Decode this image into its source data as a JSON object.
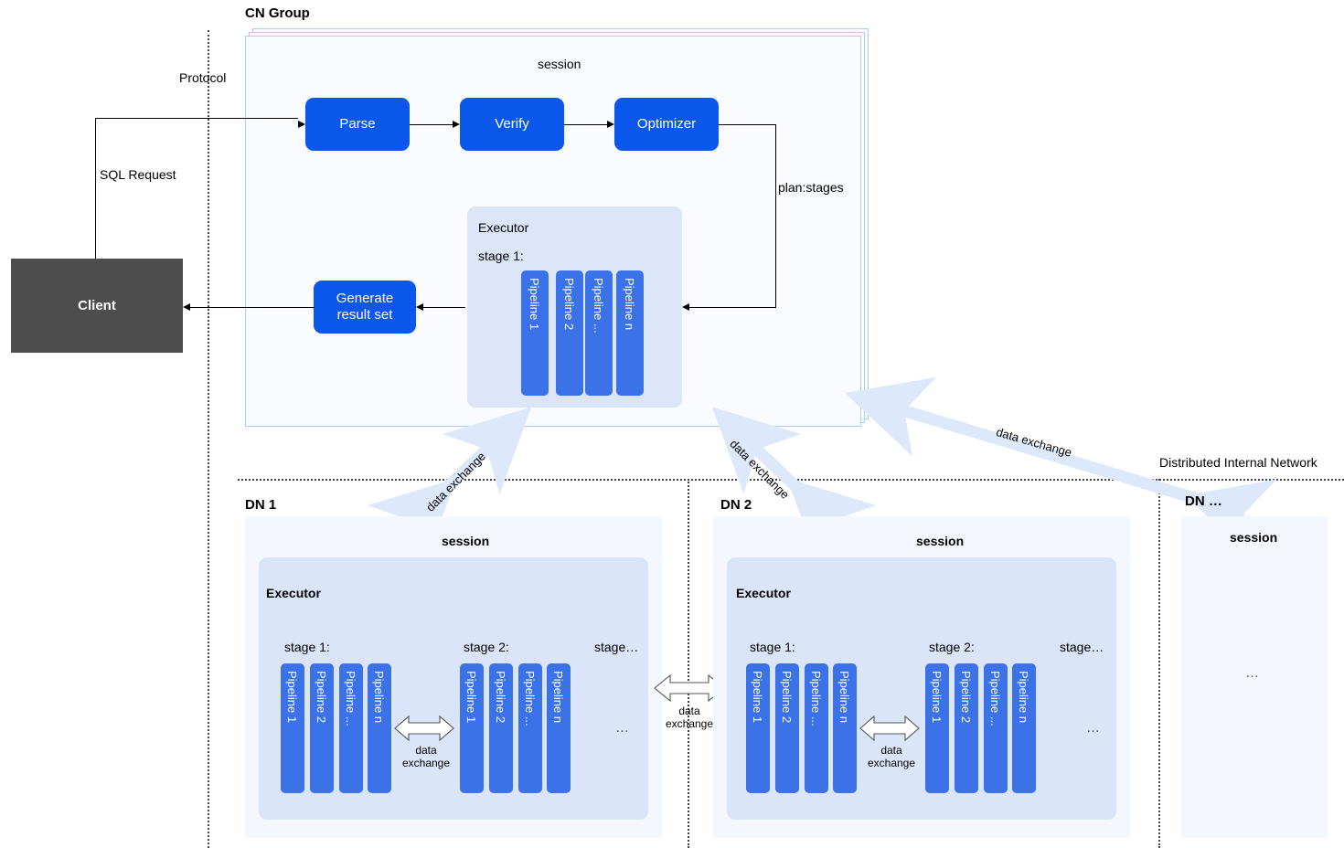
{
  "diagram": {
    "title_cn_group": "CN Group",
    "network_label": "Distributed Internal Network",
    "protocol_label": "Protocol",
    "sql_request_label": "SQL Request",
    "plan_stages_label": "plan:stages",
    "client_label": "Client"
  },
  "cn_group": {
    "session_label": "session",
    "steps": [
      {
        "label": "Parse"
      },
      {
        "label": "Verify"
      },
      {
        "label": "Optimizer"
      }
    ],
    "result_box_label": "Generate result set",
    "executor": {
      "title": "Executor",
      "stage_label": "stage 1:",
      "pipelines": [
        "Pipeline 1",
        "Pipeline 2",
        "Pipeline ...",
        "Pipeline n"
      ]
    }
  },
  "data_exchange_label": "data exchange",
  "data_exchange_label_2line": "data\nexchange",
  "dn_nodes": [
    {
      "name": "DN 1",
      "session_label": "session",
      "executor_title": "Executor",
      "stages": [
        {
          "label": "stage 1:",
          "pipelines": [
            "Pipeline 1",
            "Pipeline 2",
            "Pipeline ...",
            "Pipeline n"
          ]
        },
        {
          "label": "stage 2:",
          "pipelines": [
            "Pipeline 1",
            "Pipeline 2",
            "Pipeline ...",
            "Pipeline n"
          ]
        }
      ],
      "more_stage_label": "stage…",
      "more_ellipsis": "…",
      "inner_exchange_label_line1": "data",
      "inner_exchange_label_line2": "exchange"
    },
    {
      "name": "DN 2",
      "session_label": "session",
      "executor_title": "Executor",
      "stages": [
        {
          "label": "stage 1:",
          "pipelines": [
            "Pipeline 1",
            "Pipeline 2",
            "Pipeline ...",
            "Pipeline n"
          ]
        },
        {
          "label": "stage 2:",
          "pipelines": [
            "Pipeline 1",
            "Pipeline 2",
            "Pipeline ...",
            "Pipeline n"
          ]
        }
      ],
      "more_stage_label": "stage…",
      "more_ellipsis": "…",
      "inner_exchange_label_line1": "data",
      "inner_exchange_label_line2": "exchange"
    },
    {
      "name": "DN …",
      "session_label": "session",
      "more_ellipsis": "…"
    }
  ],
  "between_dn_exchange": {
    "line1": "data",
    "line2": "exchange"
  },
  "colors": {
    "step_blue": "#0b57ec",
    "pipeline_blue": "#3b72e8",
    "session_bg": "#f9fbff",
    "executor_bg": "#dde6f9",
    "dn_session_bg": "#f4f7fe",
    "dn_executor_bg": "#dbe5fa",
    "client_gray": "#4d4d4d",
    "big_arrow_blue": "#dde8fa",
    "container_border": "#a8ceff"
  }
}
